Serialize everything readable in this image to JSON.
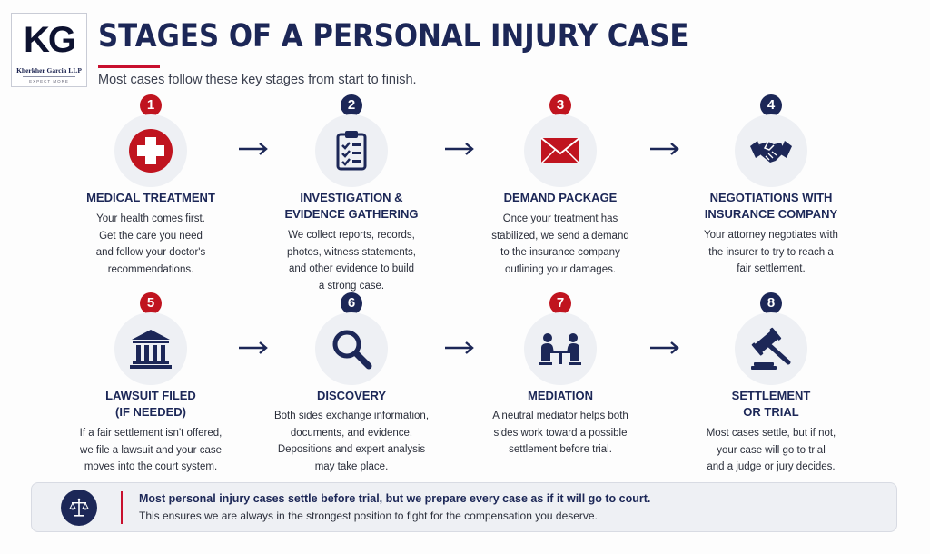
{
  "logo": {
    "mark": "KG",
    "name": "Kherkher Garcia LLP",
    "tagline": "EXPECT MORE"
  },
  "header": {
    "title": "STAGES OF A PERSONAL INJURY CASE",
    "subtitle": "Most cases follow these key stages from start to finish."
  },
  "stages": [
    {
      "number": "1",
      "icon": "medical-cross-icon",
      "title_lines": [
        "MEDICAL TREATMENT"
      ],
      "body_lines": [
        "Your health comes first.",
        "Get the care you need",
        "and follow your doctor's",
        "recommendations."
      ]
    },
    {
      "number": "2",
      "icon": "clipboard-checklist-icon",
      "title_lines": [
        "INVESTIGATION &",
        "EVIDENCE GATHERING"
      ],
      "body_lines": [
        "We collect reports, records,",
        "photos, witness statements,",
        "and other evidence to build",
        "a strong case."
      ]
    },
    {
      "number": "3",
      "icon": "envelope-icon",
      "title_lines": [
        "DEMAND PACKAGE"
      ],
      "body_lines": [
        "Once your treatment has",
        "stabilized, we send a demand",
        "to the insurance company",
        "outlining your damages."
      ]
    },
    {
      "number": "4",
      "icon": "handshake-icon",
      "title_lines": [
        "NEGOTIATIONS WITH",
        "INSURANCE COMPANY"
      ],
      "body_lines": [
        "Your attorney negotiates with",
        "the insurer to try to reach a",
        "fair settlement."
      ]
    },
    {
      "number": "5",
      "icon": "courthouse-icon",
      "title_lines": [
        "LAWSUIT FILED",
        "(IF NEEDED)"
      ],
      "body_lines": [
        "If a fair settlement isn't offered,",
        "we file a lawsuit and your case",
        "moves into the court system."
      ]
    },
    {
      "number": "6",
      "icon": "magnifying-glass-icon",
      "title_lines": [
        "DISCOVERY"
      ],
      "body_lines": [
        "Both sides exchange information,",
        "documents, and evidence.",
        "Depositions and expert analysis",
        "may take place."
      ]
    },
    {
      "number": "7",
      "icon": "mediation-table-icon",
      "title_lines": [
        "MEDIATION"
      ],
      "body_lines": [
        "A neutral mediator helps both",
        "sides work toward a possible",
        "settlement before trial."
      ]
    },
    {
      "number": "8",
      "icon": "gavel-icon",
      "title_lines": [
        "SETTLEMENT",
        "OR TRIAL"
      ],
      "body_lines": [
        "Most cases settle, but if not,",
        "your case will go to trial",
        "and a judge or jury decides."
      ]
    }
  ],
  "footer": {
    "icon": "scales-of-justice-icon",
    "bold": "Most personal injury cases settle before trial, but we prepare every case as if it will go to court.",
    "text": "This ensures we are always in the strongest position to fight for the compensation you deserve."
  },
  "colors": {
    "navy": "#1c2757",
    "red": "#c0141f",
    "icon_bg": "#eef0f4"
  }
}
